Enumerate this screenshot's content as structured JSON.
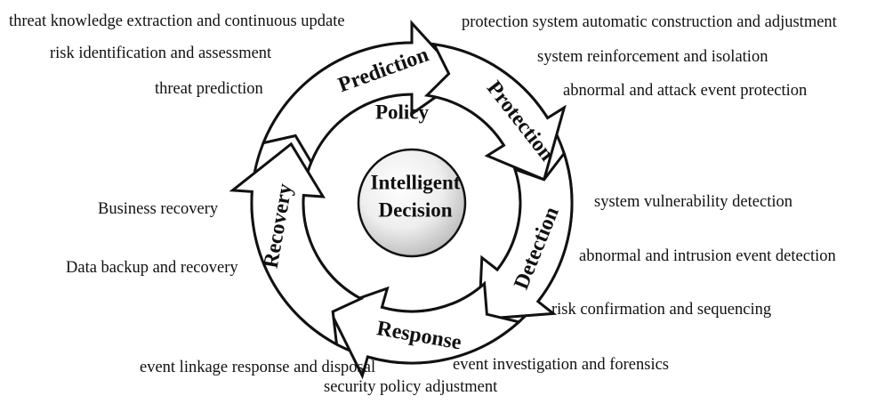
{
  "center": {
    "line1": "Intelligent",
    "line2": "Decision"
  },
  "policy_label": "Policy",
  "stages": {
    "prediction": "Prediction",
    "protection": "Protection",
    "detection": "Detection",
    "response": "Response",
    "recovery": "Recovery"
  },
  "annotations": {
    "prediction": [
      "threat knowledge extraction and continuous update",
      "risk identification and assessment",
      "threat prediction"
    ],
    "protection": [
      "protection system automatic construction and adjustment",
      "system reinforcement and isolation",
      "abnormal and attack event protection"
    ],
    "detection": [
      "system vulnerability detection",
      "abnormal and intrusion event detection",
      "risk confirmation and sequencing"
    ],
    "response": [
      "event investigation and forensics",
      "event linkage response and disposal",
      "security policy adjustment"
    ],
    "recovery": [
      "Business recovery",
      "Data backup and recovery"
    ]
  }
}
